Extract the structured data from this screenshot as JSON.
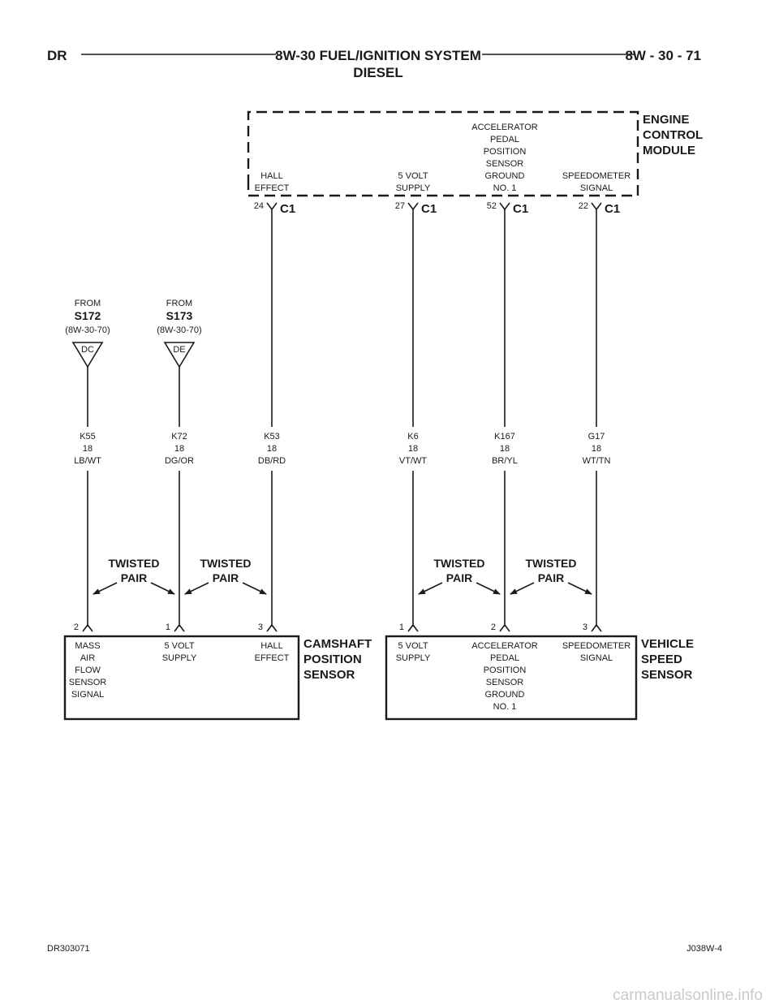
{
  "header": {
    "left": "DR",
    "title_line1": "8W-30 FUEL/IGNITION SYSTEM",
    "title_line2": "DIESEL",
    "page": "8W - 30 - 71"
  },
  "ecm": {
    "name": [
      "ENGINE",
      "CONTROL",
      "MODULE"
    ],
    "connector": "C1",
    "pins": [
      {
        "pin": "24",
        "func": [
          "HALL",
          "EFFECT"
        ]
      },
      {
        "pin": "27",
        "func": [
          "5 VOLT",
          "SUPPLY"
        ]
      },
      {
        "pin": "52",
        "func": [
          "ACCELERATOR",
          "PEDAL",
          "POSITION",
          "SENSOR",
          "GROUND",
          "NO. 1"
        ]
      },
      {
        "pin": "22",
        "func": [
          "SPEEDOMETER",
          "SIGNAL"
        ]
      }
    ]
  },
  "splices": [
    {
      "from": "FROM",
      "id": "S172",
      "ref": "(8W-30-70)",
      "code": "DC"
    },
    {
      "from": "FROM",
      "id": "S173",
      "ref": "(8W-30-70)",
      "code": "DE"
    }
  ],
  "wires": [
    {
      "circuit": "K55",
      "gauge": "18",
      "color": "LB/WT"
    },
    {
      "circuit": "K72",
      "gauge": "18",
      "color": "DG/OR"
    },
    {
      "circuit": "K53",
      "gauge": "18",
      "color": "DB/RD"
    },
    {
      "circuit": "K6",
      "gauge": "18",
      "color": "VT/WT"
    },
    {
      "circuit": "K167",
      "gauge": "18",
      "color": "BR/YL"
    },
    {
      "circuit": "G17",
      "gauge": "18",
      "color": "WT/TN"
    }
  ],
  "twisted_pairs": [
    {
      "line1": "TWISTED",
      "line2": "PAIR"
    },
    {
      "line1": "TWISTED",
      "line2": "PAIR"
    },
    {
      "line1": "TWISTED",
      "line2": "PAIR"
    },
    {
      "line1": "TWISTED",
      "line2": "PAIR"
    }
  ],
  "camshaft_sensor": {
    "name": [
      "CAMSHAFT",
      "POSITION",
      "SENSOR"
    ],
    "pins": [
      {
        "pin": "2",
        "func": [
          "MASS",
          "AIR",
          "FLOW",
          "SENSOR",
          "SIGNAL"
        ]
      },
      {
        "pin": "1",
        "func": [
          "5 VOLT",
          "SUPPLY"
        ]
      },
      {
        "pin": "3",
        "func": [
          "HALL",
          "EFFECT"
        ]
      }
    ]
  },
  "vehicle_speed_sensor": {
    "name": [
      "VEHICLE",
      "SPEED",
      "SENSOR"
    ],
    "pins": [
      {
        "pin": "1",
        "func": [
          "5 VOLT",
          "SUPPLY"
        ]
      },
      {
        "pin": "2",
        "func": [
          "ACCELERATOR",
          "PEDAL",
          "POSITION",
          "SENSOR",
          "GROUND",
          "NO. 1"
        ]
      },
      {
        "pin": "3",
        "func": [
          "SPEEDOMETER",
          "SIGNAL"
        ]
      }
    ]
  },
  "footer": {
    "left": "DR303071",
    "right": "J038W-4",
    "watermark": "carmanualsonline.info"
  }
}
